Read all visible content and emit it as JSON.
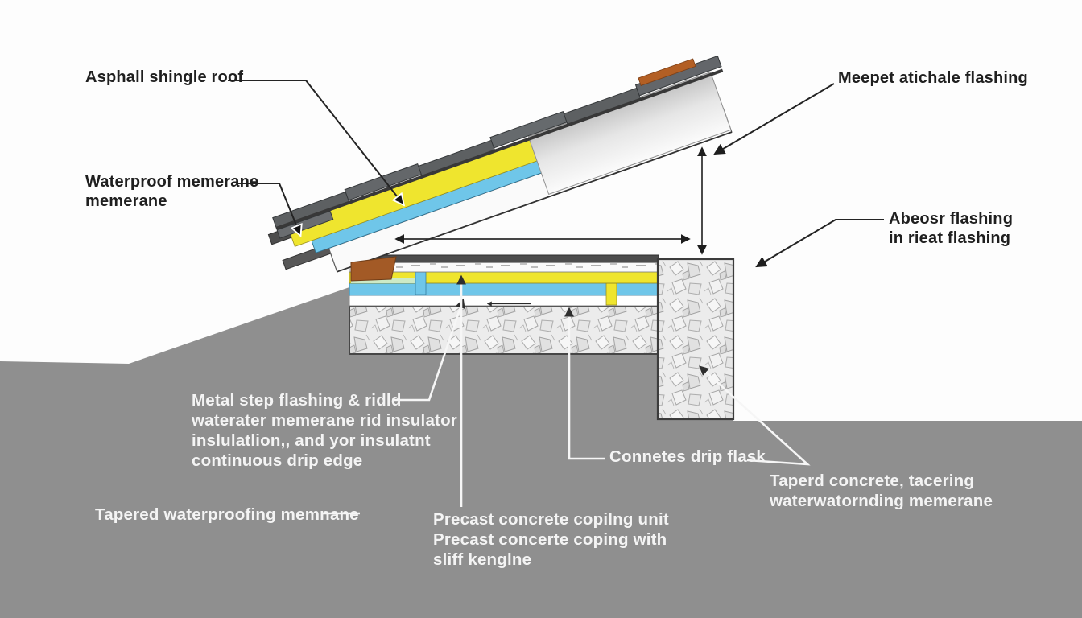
{
  "figure": {
    "kind": "architectural-construction-detail",
    "subject": "sloped shingle roof meeting flat roof with parapet wall, cross-section"
  },
  "labels": {
    "asphalt_shingle": {
      "text": "Asphall shingle roof"
    },
    "waterproof_membrane": {
      "text": "Waterproof memerane\nmemerane"
    },
    "metal_cap_flashing": {
      "text": "Meepet atichale flashing"
    },
    "counter_flashing": {
      "text": "Abeosr flashing\nin rieat flashing"
    },
    "step_flashing": {
      "text": "Metal step flashing & ridld\nwaterater memerane rid insulator\ninslulatlion,, and yor insulatnt\ncontinuous drip edge"
    },
    "tapered_membrane": {
      "text": "Tapered waterproofing memnane"
    },
    "coping_unit": {
      "text": "Precast concrete copilng unit\nPrecast concerte coping with\nsliff kenglne"
    },
    "drip_flashing": {
      "text": "Connetes drip flask"
    },
    "tapered_concrete": {
      "text": "Taperd concrete, tacering\nwaterwatornding memerane"
    }
  },
  "colors": {
    "background": "#fdfdfd",
    "ground_gray": "#8f8f8f",
    "shingle_dark": "#5d6062",
    "shingle_edge": "#35383a",
    "underlayment_yellow": "#efe52e",
    "insulation_blue": "#6fc6e9",
    "accent_brown": "#a35a26",
    "accent_orange": "#b35f24",
    "sheathing_light": "#e8e8e8",
    "concrete_light": "#ececec",
    "concrete_vein": "#a8a8a8",
    "pale_green": "#cdeac6",
    "leader_dark": "#242424",
    "leader_white": "#f6f6f6",
    "label_dark_text": "#1f1f1f",
    "label_light_text": "#f4f4f4"
  }
}
